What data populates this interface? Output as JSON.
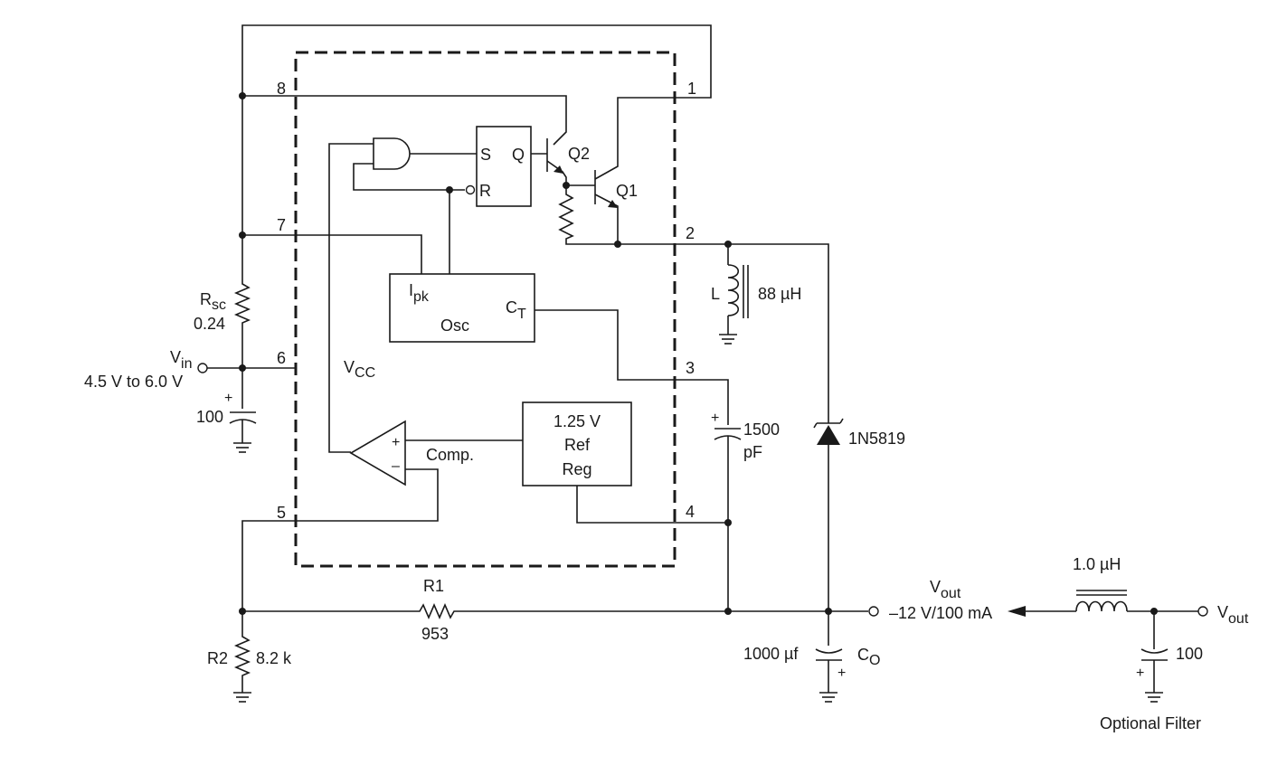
{
  "pins": {
    "p1": "1",
    "p2": "2",
    "p3": "3",
    "p4": "4",
    "p5": "5",
    "p6": "6",
    "p7": "7",
    "p8": "8"
  },
  "flipflop": {
    "s": "S",
    "q": "Q",
    "r": "R"
  },
  "transistors": {
    "q1": "Q1",
    "q2": "Q2"
  },
  "osc": {
    "ipk_main": "I",
    "ipk_sub": "pk",
    "label": "Osc",
    "ct_main": "C",
    "ct_sub": "T"
  },
  "ref": {
    "line1": "1.25 V",
    "line2": "Ref",
    "line3": "Reg"
  },
  "comparator": {
    "label": "Comp.",
    "plus": "+",
    "minus": "–"
  },
  "vcc": {
    "main": "V",
    "sub": "CC"
  },
  "inductor_l": {
    "letter": "L",
    "value": "88 µH"
  },
  "cap_1500": {
    "line1": "1500",
    "line2": "pF",
    "plus": "+"
  },
  "diode": {
    "label": "1N5819"
  },
  "rsc": {
    "main": "R",
    "sub": "sc",
    "value": "0.24"
  },
  "vin": {
    "main": "V",
    "sub": "in",
    "range": "4.5 V to 6.0 V"
  },
  "cin": {
    "value": "100",
    "plus": "+"
  },
  "r1": {
    "name": "R1",
    "value": "953"
  },
  "r2": {
    "name": "R2",
    "value": "8.2 k"
  },
  "co": {
    "value": "1000 µf",
    "main": "C",
    "sub": "O",
    "plus": "+"
  },
  "vout": {
    "main": "V",
    "sub": "out",
    "spec": "–12 V/100 mA"
  },
  "filter": {
    "inductor": "1.0 µH",
    "cap": "100",
    "plus": "+",
    "vout_main": "V",
    "vout_sub": "out",
    "caption": "Optional Filter"
  }
}
